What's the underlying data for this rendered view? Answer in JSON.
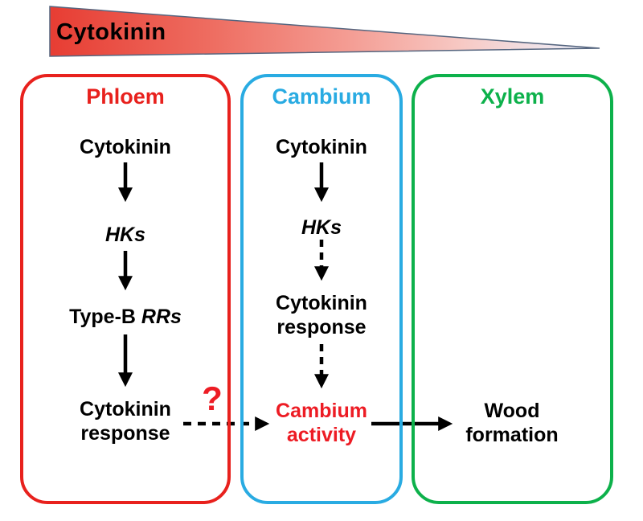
{
  "wedge": {
    "label": "Cytokinin",
    "gradient_start_color": "#e73d33",
    "gradient_end_color": "#dfe9f6"
  },
  "boxes": {
    "phloem": {
      "title": "Phloem",
      "border_color": "#e8211d",
      "title_color": "#e8211d"
    },
    "cambium": {
      "title": "Cambium",
      "border_color": "#29abe2",
      "title_color": "#29abe2"
    },
    "xylem": {
      "title": "Xylem",
      "border_color": "#0db14b",
      "title_color": "#0db14b"
    }
  },
  "phloem_pathway": {
    "node1": "Cytokinin",
    "node2": "HKs",
    "node3_plain": "Type-B ",
    "node3_italic": "RRs",
    "node4_line1": "Cytokinin",
    "node4_line2": "response"
  },
  "cambium_pathway": {
    "node1": "Cytokinin",
    "node2": "HKs",
    "node3_line1": "Cytokinin",
    "node3_line2": "response",
    "node4_line1": "Cambium",
    "node4_line2": "activity",
    "node4_color": "#ed1c24"
  },
  "xylem_pathway": {
    "node1_line1": "Wood",
    "node1_line2": "formation"
  },
  "annotations": {
    "question_mark": "?",
    "question_color": "#ed1c24"
  }
}
